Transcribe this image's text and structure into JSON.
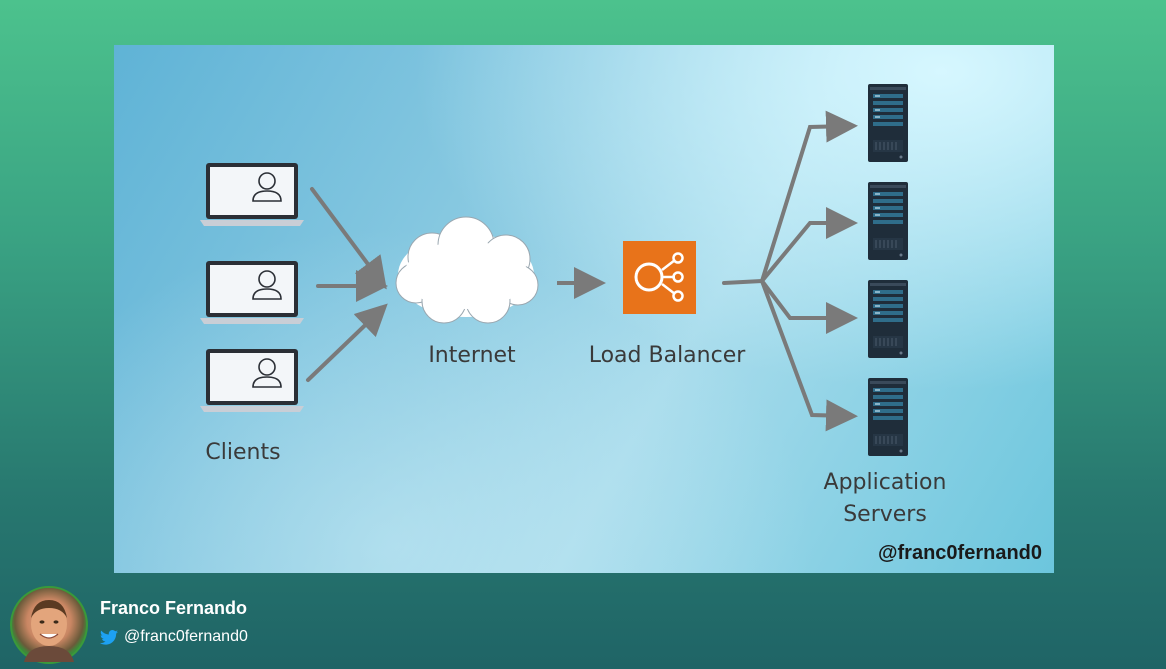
{
  "diagram": {
    "labels": {
      "clients": "Clients",
      "internet": "Internet",
      "load_balancer": "Load Balancer",
      "app_servers_line1": "Application",
      "app_servers_line2": "Servers"
    },
    "watermark": "@franc0fernand0",
    "colors": {
      "arrow": "#7a7a7a",
      "load_balancer_bg": "#e8731a",
      "server_body": "#1f2d3a",
      "server_accent": "#2f6d8a"
    },
    "icons": {
      "client": "laptop-user-icon",
      "internet": "cloud-icon",
      "load_balancer": "load-balancer-icon",
      "server": "server-rack-icon"
    }
  },
  "footer": {
    "author_name": "Franco Fernando",
    "handle": "@franc0fernand0",
    "twitter_color": "#1da1f2"
  }
}
